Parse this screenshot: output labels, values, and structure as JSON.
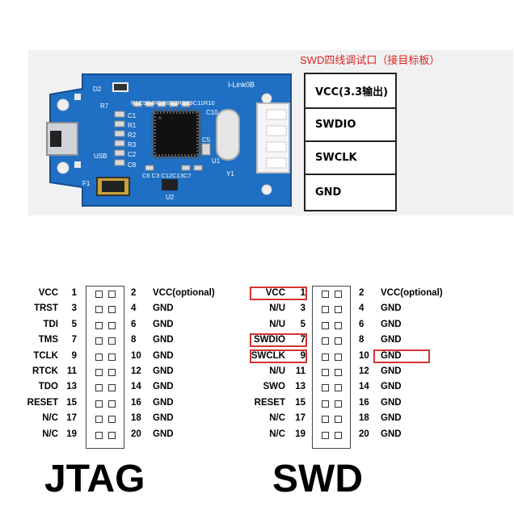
{
  "module": {
    "silk": {
      "d2": "D2",
      "r7": "R7",
      "model": "I-Link0B",
      "res_row": "R1C9R4R5R6R3R8R9C11R10",
      "c1": "C1",
      "r1": "R1",
      "r2": "R2",
      "r3": "R3",
      "c2": "C2",
      "c8": "C8",
      "usb": "USB",
      "f1": "F1",
      "c5": "C5",
      "c10": "C10",
      "u1": "U1",
      "bottom_row": "C6 C3 C12C13C7",
      "u2": "U2",
      "y1": "Y1"
    }
  },
  "swd_connector": {
    "title": "SWD四线调试口（接目标板）",
    "pins": [
      "VCC(3.3输出)",
      "SWDIO",
      "SWCLK",
      "GND"
    ]
  },
  "jtag": {
    "label": "JTAG",
    "pins": [
      {
        "left_name": "VCC",
        "left_num": "1",
        "right_num": "2",
        "right_name": "VCC(optional)"
      },
      {
        "left_name": "TRST",
        "left_num": "3",
        "right_num": "4",
        "right_name": "GND"
      },
      {
        "left_name": "TDI",
        "left_num": "5",
        "right_num": "6",
        "right_name": "GND"
      },
      {
        "left_name": "TMS",
        "left_num": "7",
        "right_num": "8",
        "right_name": "GND"
      },
      {
        "left_name": "TCLK",
        "left_num": "9",
        "right_num": "10",
        "right_name": "GND"
      },
      {
        "left_name": "RTCK",
        "left_num": "11",
        "right_num": "12",
        "right_name": "GND"
      },
      {
        "left_name": "TDO",
        "left_num": "13",
        "right_num": "14",
        "right_name": "GND"
      },
      {
        "left_name": "RESET",
        "left_num": "15",
        "right_num": "16",
        "right_name": "GND"
      },
      {
        "left_name": "N/C",
        "left_num": "17",
        "right_num": "18",
        "right_name": "GND"
      },
      {
        "left_name": "N/C",
        "left_num": "19",
        "right_num": "20",
        "right_name": "GND"
      }
    ]
  },
  "swd": {
    "label": "SWD",
    "pins": [
      {
        "left_name": "VCC",
        "left_num": "1",
        "right_num": "2",
        "right_name": "VCC(optional)"
      },
      {
        "left_name": "N/U",
        "left_num": "3",
        "right_num": "4",
        "right_name": "GND"
      },
      {
        "left_name": "N/U",
        "left_num": "5",
        "right_num": "6",
        "right_name": "GND"
      },
      {
        "left_name": "SWDIO",
        "left_num": "7",
        "right_num": "8",
        "right_name": "GND"
      },
      {
        "left_name": "SWCLK",
        "left_num": "9",
        "right_num": "10",
        "right_name": "GND"
      },
      {
        "left_name": "N/U",
        "left_num": "11",
        "right_num": "12",
        "right_name": "GND"
      },
      {
        "left_name": "SWO",
        "left_num": "13",
        "right_num": "14",
        "right_name": "GND"
      },
      {
        "left_name": "RESET",
        "left_num": "15",
        "right_num": "16",
        "right_name": "GND"
      },
      {
        "left_name": "N/C",
        "left_num": "17",
        "right_num": "18",
        "right_name": "GND"
      },
      {
        "left_name": "N/C",
        "left_num": "19",
        "right_num": "20",
        "right_name": "GND"
      }
    ],
    "highlight": {
      "left_rows": [
        0,
        3,
        4
      ],
      "right_rows": [
        4
      ]
    },
    "highlight_color": "#d33333"
  },
  "colors": {
    "pcb": "#1f6fc4",
    "pad": "#e8e8e8",
    "text_red": "#dd2222"
  }
}
